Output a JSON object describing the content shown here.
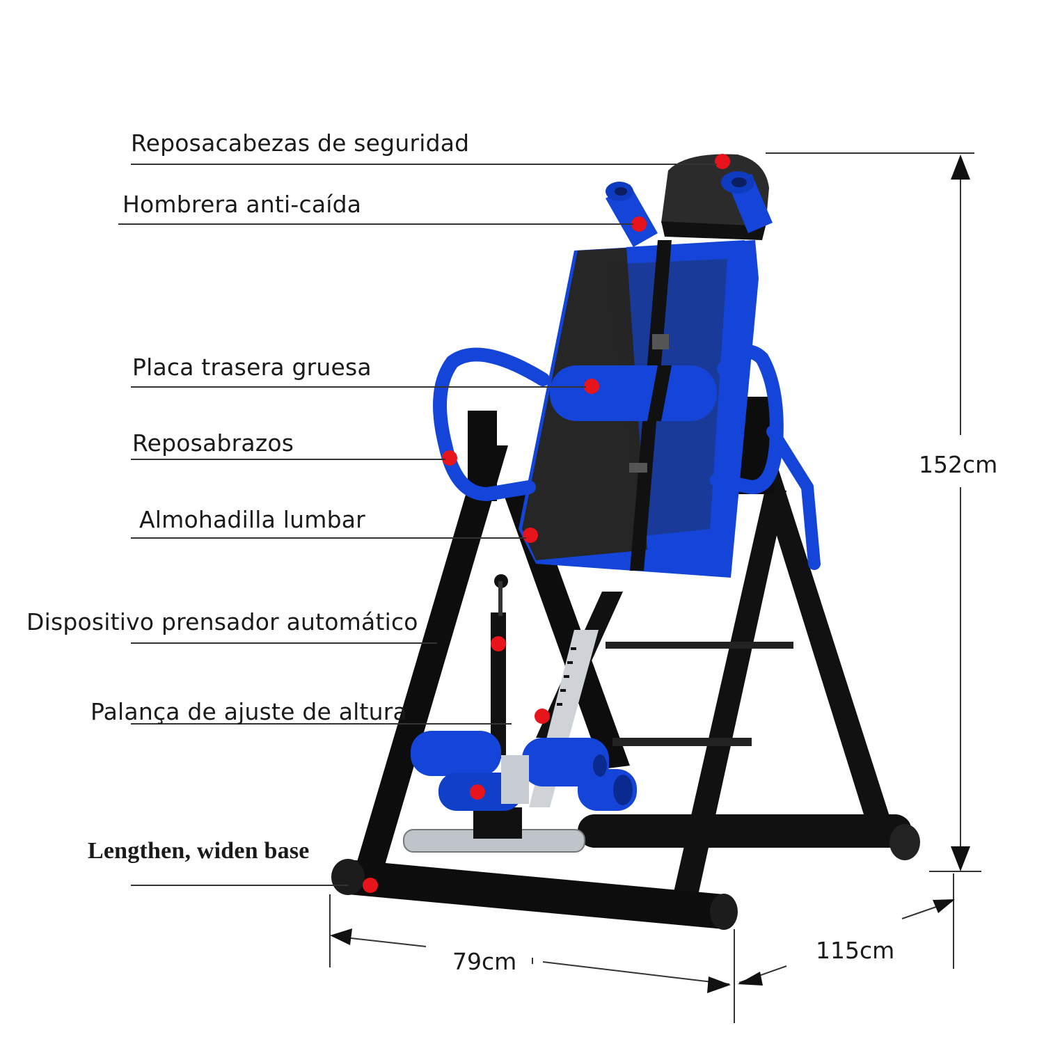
{
  "labels": {
    "headrest": "Reposacabezas de seguridad",
    "shoulder": "Hombrera anti-caída",
    "backplate": "Placa trasera gruesa",
    "armrest": "Reposabrazos",
    "lumbar": "Almohadilla lumbar",
    "presser": "Dispositivo prensador automático",
    "lever": "Palança de ajuste de altura",
    "base": "Lengthen, widen base"
  },
  "dimensions": {
    "height": "152cm",
    "width": "79cm",
    "depth": "115cm"
  },
  "colors": {
    "blue": "#1445d8",
    "frame": "#111111",
    "pad": "#2b2b2b",
    "marker": "#e8141b"
  }
}
